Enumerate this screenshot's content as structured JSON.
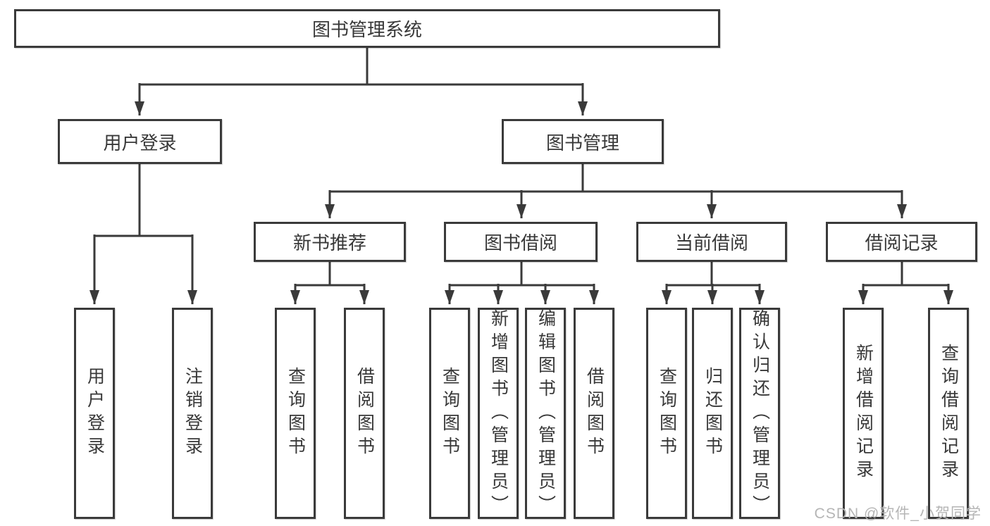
{
  "nodes": {
    "root": "图书管理系统",
    "user_login": "用户登录",
    "book_mgmt": "图书管理",
    "new_book_rec": "新书推荐",
    "book_borrow": "图书借阅",
    "current_borrow": "当前借阅",
    "borrow_record": "借阅记录",
    "leaf_user_login": "用户登录",
    "leaf_logout": "注销登录",
    "leaf_rec_query": "查询图书",
    "leaf_rec_borrow": "借阅图书",
    "leaf_borrow_query": "查询图书",
    "leaf_borrow_add": "新增图书（管理员）",
    "leaf_borrow_edit": "编辑图书（管理员）",
    "leaf_borrow_borrow": "借阅图书",
    "leaf_current_query": "查询图书",
    "leaf_current_return": "归还图书",
    "leaf_current_confirm": "确认归还（管理员）",
    "leaf_record_add": "新增借阅记录",
    "leaf_record_query": "查询借阅记录"
  },
  "watermark": "CSDN @软件_小贺同学",
  "colors": {
    "line": "#3a3a3a",
    "box_background": "#ffffff",
    "text": "#383838",
    "watermark": "#b5b5b5"
  }
}
